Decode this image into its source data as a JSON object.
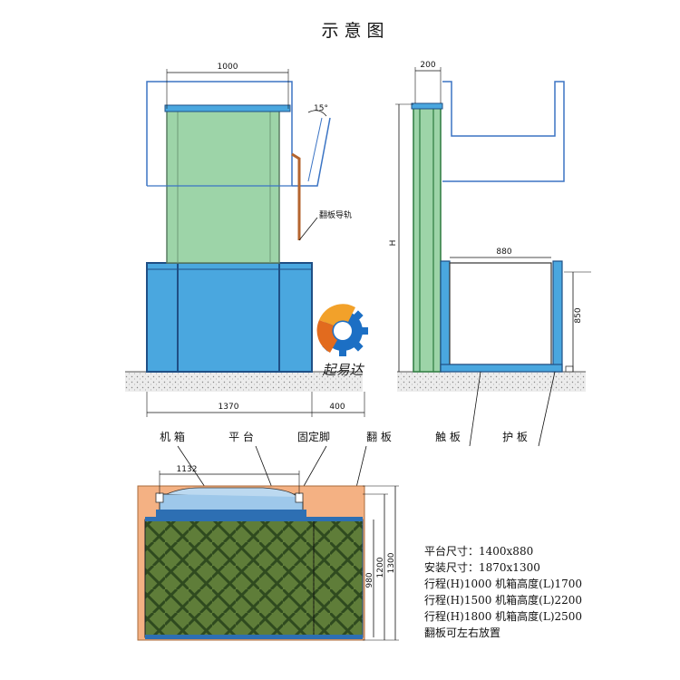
{
  "title": "示意图",
  "colors": {
    "blue_frame": "#2d6fb3",
    "blue_fill": "#4aa7df",
    "green_fill": "#9dd4a8",
    "green_dark": "#2c7a3e",
    "pattern_dark": "#2f4a1f",
    "pattern_fill": "#5f7d39",
    "orange_bg": "#f4b183",
    "ground": "#e8e8e8",
    "rail": "#b5652f"
  },
  "front_view": {
    "dim_top": "1000",
    "angle": "15°",
    "rail_label": "翻板导轨",
    "dim_bottom_main": "1370",
    "dim_bottom_side": "400"
  },
  "side_view": {
    "dim_top": "200",
    "dim_height": "H",
    "dim_width": "880",
    "dim_850": "850"
  },
  "logo": {
    "text": "起易达"
  },
  "part_labels": [
    "机 箱",
    "平 台",
    "固定脚",
    "翻 板",
    "触 板",
    "护 板"
  ],
  "plan_view": {
    "dim_1132": "1132",
    "dim_980": "980",
    "dim_1200": "1200",
    "dim_1300": "1300"
  },
  "specs": [
    "平台尺寸：1400x880",
    "安装尺寸：1870x1300",
    "行程(H)1000   机箱高度(L)1700",
    "行程(H)1500   机箱高度(L)2200",
    "行程(H)1800   机箱高度(L)2500",
    "翻板可左右放置"
  ]
}
